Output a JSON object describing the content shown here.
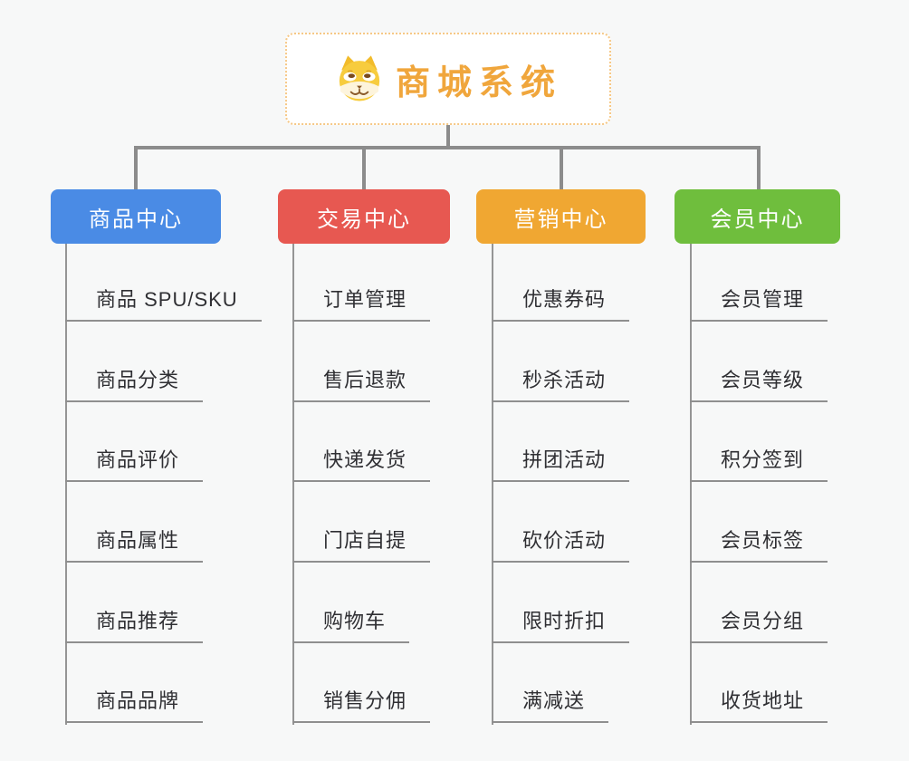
{
  "root": {
    "title": "商城系统",
    "icon": "doge-icon"
  },
  "colors": {
    "background": "#F7F8F8",
    "root_text": "#F0A63C",
    "root_border": "#F6C886",
    "connector": "#8C8C8C",
    "leaf_line": "#8F8F8F",
    "leaf_text": "#2F2F33",
    "branch_product": "#4A8BE5",
    "branch_trade": "#E75851",
    "branch_marketing": "#F0A732",
    "branch_member": "#6FBE3D"
  },
  "tree": {
    "branches": [
      {
        "label": "商品中心",
        "children": [
          "商品 SPU/SKU",
          "商品分类",
          "商品评价",
          "商品属性",
          "商品推荐",
          "商品品牌"
        ]
      },
      {
        "label": "交易中心",
        "children": [
          "订单管理",
          "售后退款",
          "快递发货",
          "门店自提",
          "购物车",
          "销售分佣"
        ]
      },
      {
        "label": "营销中心",
        "children": [
          "优惠券码",
          "秒杀活动",
          "拼团活动",
          "砍价活动",
          "限时折扣",
          "满减送"
        ]
      },
      {
        "label": "会员中心",
        "children": [
          "会员管理",
          "会员等级",
          "积分签到",
          "会员标签",
          "会员分组",
          "收货地址"
        ]
      }
    ]
  }
}
